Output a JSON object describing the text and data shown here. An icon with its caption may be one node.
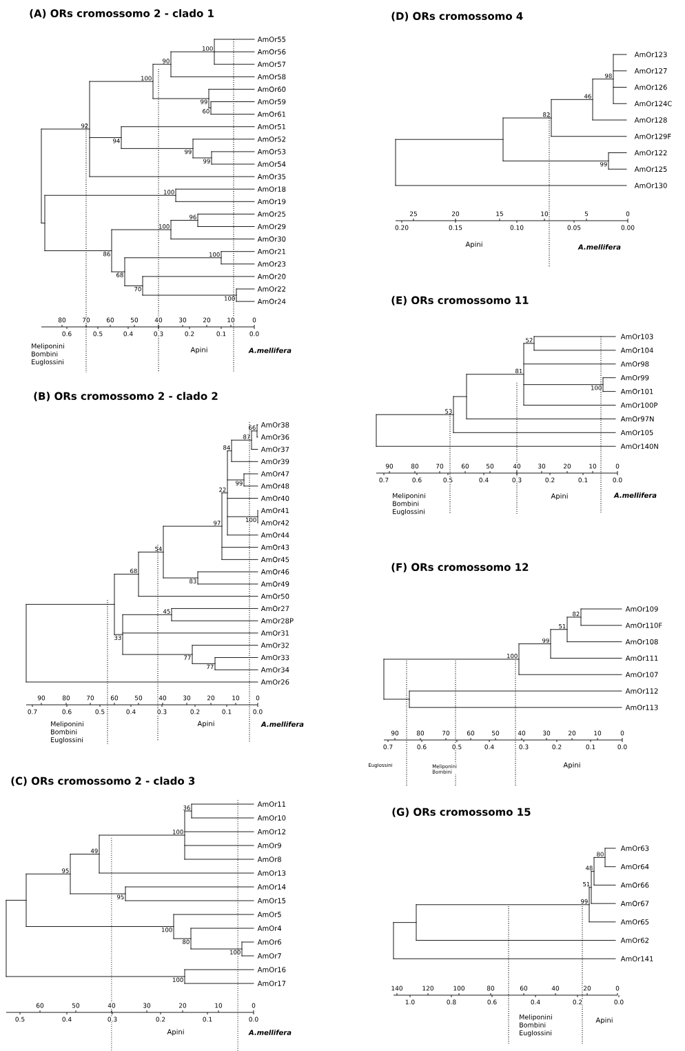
{
  "diagram": {
    "labels": [
      "(A) ORs cromossomo 2 - clado 1",
      "AmOr55",
      "AmOr56",
      "AmOr57",
      "AmOr58",
      "AmOr60",
      "AmOr59",
      "AmOr61",
      "AmOr51",
      "AmOr52",
      "AmOr53",
      "AmOr54",
      "AmOr35",
      "AmOr18",
      "AmOr19",
      "AmOr25",
      "AmOr29",
      "AmOr30",
      "AmOr21",
      "AmOr23",
      "AmOr20",
      "AmOr22",
      "AmOr24",
      "100",
      "90",
      "100",
      "99",
      "60",
      "92",
      "94",
      "99",
      "99",
      "100",
      "96",
      "100",
      "86",
      "100",
      "68",
      "70",
      "100",
      "80",
      "70",
      "60",
      "50",
      "40",
      "30",
      "20",
      "10",
      "0",
      "0.6",
      "0.5",
      "0.4",
      "0.3",
      "0.2",
      "0.1",
      "0.0",
      "Meliponini Bombini Euglossini",
      "Apini",
      "A.mellifera",
      "(B) ORs cromossomo 2 - clado 2",
      "AmOr38",
      "AmOr36",
      "AmOr37",
      "AmOr39",
      "AmOr47",
      "AmOr48",
      "AmOr40",
      "AmOr41",
      "AmOr42",
      "AmOr44",
      "AmOr43",
      "AmOr45",
      "AmOr46",
      "AmOr49",
      "AmOr50",
      "AmOr27",
      "AmOr28P",
      "AmOr31",
      "AmOr32",
      "AmOr33",
      "AmOr34",
      "AmOr26",
      "66",
      "87",
      "84",
      "99",
      "22",
      "100",
      "97",
      "54",
      "68",
      "83",
      "45",
      "33",
      "77",
      "77",
      "90",
      "80",
      "70",
      "60",
      "50",
      "40",
      "30",
      "20",
      "10",
      "0",
      "0.7",
      "0.6",
      "0.5",
      "0.4",
      "0.3",
      "0.2",
      "0.1",
      "0.0",
      "Meliponini Bombini Euglossini",
      "Apini",
      "A.mellifera",
      "(C) ORs cromossomo 2 - clado 3",
      "AmOr11",
      "AmOr10",
      "AmOr12",
      "AmOr9",
      "AmOr8",
      "AmOr13",
      "AmOr14",
      "AmOr15",
      "AmOr5",
      "AmOr4",
      "AmOr6",
      "AmOr7",
      "AmOr16",
      "AmOr17",
      "36",
      "100",
      "49",
      "95",
      "95",
      "100",
      "80",
      "100",
      "100",
      "60",
      "50",
      "40",
      "30",
      "20",
      "10",
      "0",
      "0.5",
      "0.4",
      "0.3",
      "0.2",
      "0.1",
      "0.0",
      "Apini",
      "A.mellifera",
      "(D) ORs cromossomo 4",
      "AmOr123",
      "AmOr127",
      "AmOr126",
      "AmOr124C",
      "AmOr128",
      "AmOr129F",
      "AmOr122",
      "AmOr125",
      "AmOr130",
      "98",
      "46",
      "82",
      "99",
      "25",
      "20",
      "15",
      "10",
      "5",
      "0",
      "0.20",
      "0.15",
      "0.10",
      "0.05",
      "0.00",
      "Apini",
      "A.mellifera",
      "(E) ORs cromossomo 11",
      "AmOr103",
      "AmOr104",
      "AmOr98",
      "AmOr99",
      "AmOr101",
      "AmOr100P",
      "AmOr97N",
      "AmOr105",
      "AmOr140N",
      "52",
      "81",
      "53",
      "100",
      "90",
      "80",
      "70",
      "60",
      "50",
      "40",
      "30",
      "20",
      "10",
      "0",
      "0.7",
      "0.6",
      "0.5",
      "0.4",
      "0.3",
      "0.2",
      "0.1",
      "0.0",
      "Meliponini Bombini Euglossini",
      "Apini",
      "A.mellifera",
      "(F) ORs cromossomo 12",
      "AmOr109",
      "AmOr110F",
      "AmOr108",
      "AmOr111",
      "AmOr107",
      "AmOr112",
      "AmOr113",
      "82",
      "51",
      "99",
      "100",
      "90",
      "80",
      "70",
      "60",
      "50",
      "40",
      "30",
      "20",
      "10",
      "0",
      "0.7",
      "0.6",
      "0.5",
      "0.4",
      "0.3",
      "0.2",
      "0.1",
      "0.0",
      "Euglossini",
      "Meliponini Bombini",
      "Apini",
      "(G) ORs cromossomo 15",
      "AmOr63",
      "AmOr64",
      "AmOr66",
      "AmOr67",
      "AmOr65",
      "AmOr62",
      "AmOr141",
      "80",
      "48",
      "51",
      "99",
      "140",
      "120",
      "100",
      "80",
      "60",
      "40",
      "20",
      "0",
      "1.0",
      "0.8",
      "0.6",
      "0.4",
      "0.2",
      "0.0",
      "Meliponini Bombini Euglossini",
      "Apini"
    ]
  }
}
